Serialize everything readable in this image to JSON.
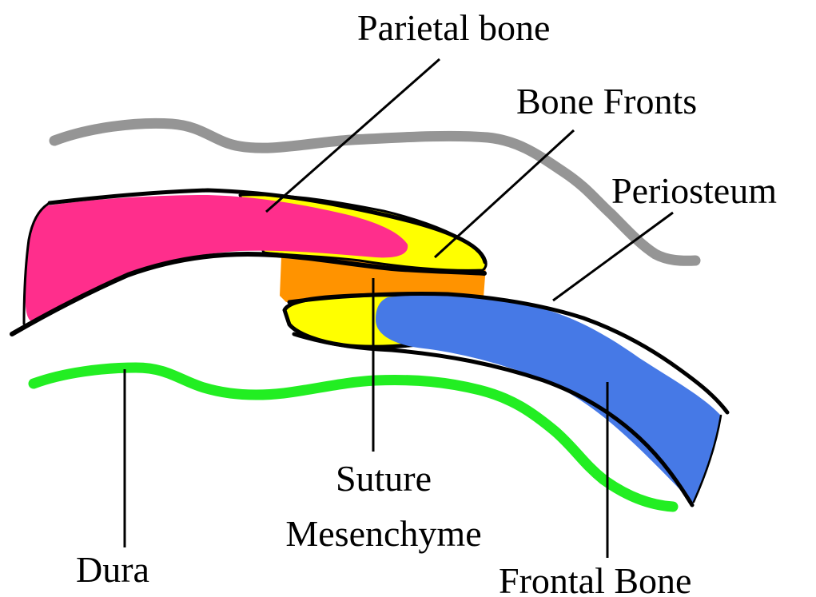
{
  "labels": {
    "parietal_bone": "Parietal bone",
    "bone_fronts": "Bone Fronts",
    "periosteum": "Periosteum",
    "suture_line1": "Suture",
    "suture_line2": "Mesenchyme",
    "dura": "Dura",
    "frontal_bone": "Frontal Bone"
  },
  "colors": {
    "periosteum": "#959595",
    "dura": "#22ee22",
    "parietal_bone": "#ff2e8c",
    "frontal_bone": "#4679e6",
    "bone_fronts": "#ffff00",
    "suture_mesenchyme": "#ff9300",
    "outline": "#000000"
  }
}
